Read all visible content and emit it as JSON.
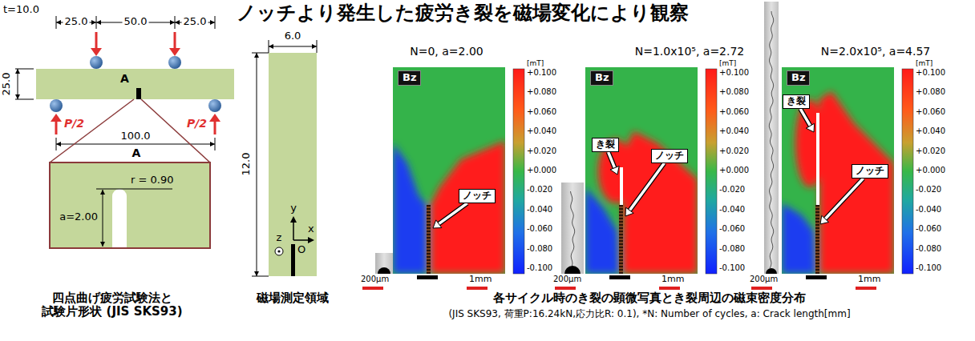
{
  "diagram": {
    "title": "ノッチより発生した疲労き裂を磁場変化により観察",
    "nodes": [
      {
        "text": [
          "Bz"
        ]
      },
      {
        "text": [
          "ノッチ"
        ]
      },
      {
        "text": [
          "Bz"
        ]
      },
      {
        "text": [
          "き裂"
        ]
      },
      {
        "text": [
          "ノッチ"
        ]
      },
      {
        "text": [
          "Bz"
        ]
      },
      {
        "text": [
          "き裂"
        ]
      },
      {
        "text": [
          "ノッチ"
        ]
      }
    ],
    "labels": [
      "t=10.0",
      "25.0",
      "50.0",
      "25.0",
      "25.0",
      "A",
      "P/2",
      "P/2",
      "100.0",
      "A",
      "r = 0.90",
      "a=2.00",
      "四点曲げ疲労試験法と 試験片形状 (JIS SKS93)",
      "6.0",
      "12.0",
      "y",
      "z",
      "O",
      "x",
      "磁場測定領域",
      "N=0, a=2.00",
      "N=1.0x10⁵, a=2.72",
      "N=2.0x10⁵, a=4.57",
      "[mT]",
      "+0.100",
      "+0.080",
      "+0.060",
      "+0.040",
      "+0.020",
      "+0.000",
      "-0.020",
      "-0.040",
      "-0.060",
      "-0.080",
      "-0.100",
      "200μm",
      "1mm",
      "[mT]",
      "+0.100",
      "+0.080",
      "+0.060",
      "+0.040",
      "+0.020",
      "+0.000",
      "-0.020",
      "-0.040",
      "-0.060",
      "-0.080",
      "-0.100",
      "200μm",
      "1mm",
      "[mT]",
      "+0.100",
      "+0.080",
      "+0.060",
      "+0.040",
      "+0.020",
      "+0.000",
      "-0.020",
      "-0.040",
      "-0.060",
      "-0.080",
      "-0.100",
      "200μm",
      "1mm",
      "各サイクル時のき裂の顕微写真とき裂周辺の磁束密度分布",
      "(JIS SKS93, 荷重P:16.24kN,応力比R: 0.1), *N: Number of cycles, a: Crack length[mm]"
    ]
  }
}
